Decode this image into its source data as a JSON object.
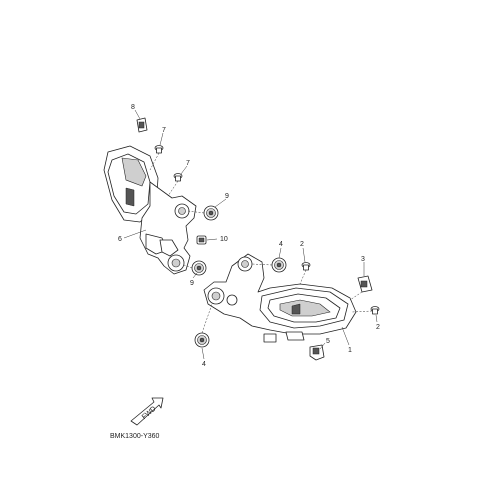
{
  "callouts": [
    {
      "id": "c8",
      "text": "8"
    },
    {
      "id": "c7a",
      "text": "7"
    },
    {
      "id": "c7b",
      "text": "7"
    },
    {
      "id": "c9a",
      "text": "9"
    },
    {
      "id": "c6",
      "text": "6"
    },
    {
      "id": "c10",
      "text": "10"
    },
    {
      "id": "c9b",
      "text": "9"
    },
    {
      "id": "c4a",
      "text": "4"
    },
    {
      "id": "c2a",
      "text": "2"
    },
    {
      "id": "c3",
      "text": "3"
    },
    {
      "id": "c2b",
      "text": "2"
    },
    {
      "id": "c5",
      "text": "5"
    },
    {
      "id": "c1",
      "text": "1"
    },
    {
      "id": "c4b",
      "text": "4"
    }
  ],
  "front_arrow_text": "FWD",
  "diagram_code": "BMK1300-Y360"
}
